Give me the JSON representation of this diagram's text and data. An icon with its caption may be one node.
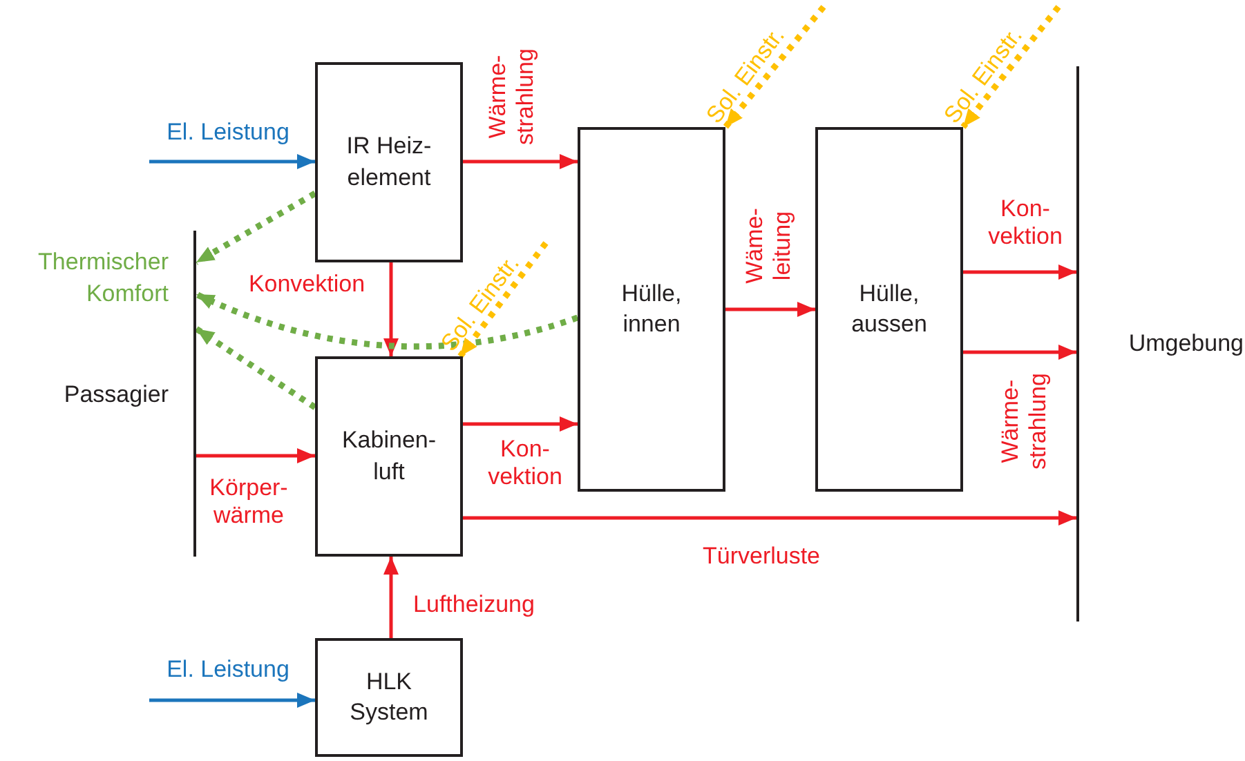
{
  "diagram": {
    "nodes": [
      {
        "text": [
          "IR Heiz- element"
        ]
      },
      {
        "text": [
          "Kabinen- luft"
        ]
      },
      {
        "text": [
          "HLK System"
        ]
      },
      {
        "text": [
          "Hülle, innen"
        ]
      },
      {
        "text": [
          "Hülle, aussen"
        ]
      },
      {
        "text": [
          "Passagier"
        ],
        "beside": [
          "Thermischer Komfort"
        ]
      },
      {
        "text": [
          "Umgebung"
        ]
      }
    ],
    "edges": [
      {
        "from": null,
        "to": 0,
        "arrow": "to",
        "label": "El. Leistung",
        "color": "#1b75bc"
      },
      {
        "from": 0,
        "to": 3,
        "arrow": "to",
        "label": "Wärme- strahlung"
      },
      {
        "from": 0,
        "to": 1,
        "arrow": "to",
        "label": "Konvektion"
      },
      {
        "from": 0,
        "to": 5,
        "arrow": "to",
        "style": "dashed",
        "color": "#70ad47"
      },
      {
        "from": 3,
        "to": 5,
        "arrow": "to",
        "style": "dashed",
        "color": "#70ad47"
      },
      {
        "from": 1,
        "to": 5,
        "arrow": "to",
        "style": "dashed",
        "color": "#70ad47"
      },
      {
        "from": null,
        "to": 1,
        "arrow": "to",
        "label": "Sol. Einstr.",
        "style": "dashed",
        "color": "#ffc000"
      },
      {
        "from": null,
        "to": 3,
        "arrow": "to",
        "label": "Sol. Einstr.",
        "style": "dashed",
        "color": "#ffc000"
      },
      {
        "from": null,
        "to": 4,
        "arrow": "to",
        "label": "Sol. Einstr.",
        "style": "dashed",
        "color": "#ffc000"
      },
      {
        "from": 1,
        "to": 3,
        "arrow": "to",
        "label": "Kon- vektion"
      },
      {
        "from": 5,
        "to": 1,
        "arrow": "to",
        "label": "Körper- wärme"
      },
      {
        "from": 1,
        "to": 6,
        "arrow": "to",
        "label": "Türverluste"
      },
      {
        "from": 2,
        "to": 1,
        "arrow": "to",
        "label": "Luftheizung"
      },
      {
        "from": null,
        "to": 2,
        "arrow": "to",
        "label": "El. Leistung",
        "color": "#1b75bc"
      },
      {
        "from": 3,
        "to": 4,
        "arrow": "to",
        "label": "Wäme- leitung"
      },
      {
        "from": 4,
        "to": 6,
        "arrow": "to",
        "label": "Kon- vektion"
      },
      {
        "from": 4,
        "to": 6,
        "arrow": "to",
        "label": "Wärme- strahlung"
      }
    ]
  }
}
